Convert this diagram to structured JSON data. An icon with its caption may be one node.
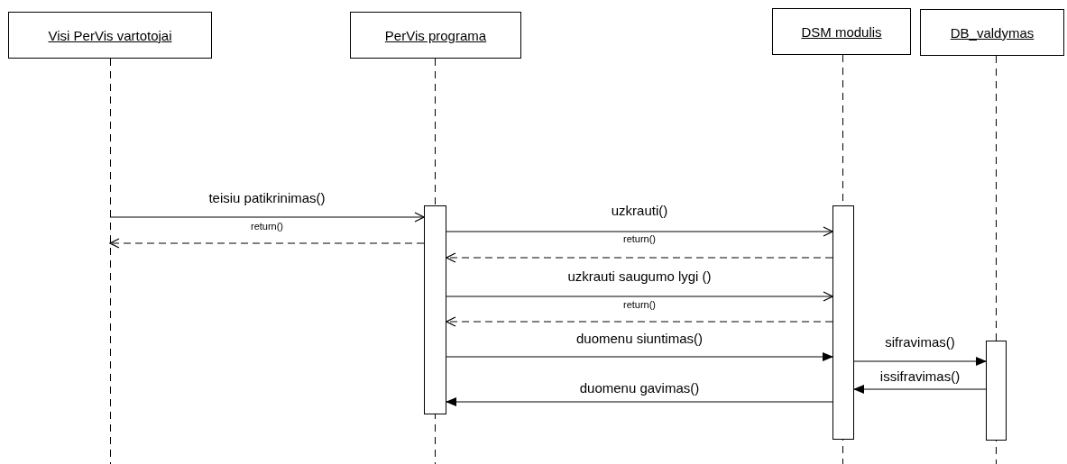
{
  "diagram": {
    "nodes": [
      {
        "text": [
          "Visi PerVis vartotojai"
        ]
      },
      {
        "text": [
          "PerVis programa"
        ]
      },
      {
        "text": [
          "DSM modulis"
        ]
      },
      {
        "text": [
          "DB_valdymas"
        ]
      },
      {
        "text": [],
        "shape": "bar",
        "in": 1
      },
      {
        "text": [],
        "shape": "bar",
        "in": 2
      },
      {
        "text": [],
        "shape": "bar",
        "in": 3
      }
    ],
    "edges": [
      {
        "from": 0,
        "to": 4,
        "arrow": "to",
        "label": "teisiu patikrinimas()"
      },
      {
        "from": 4,
        "to": 0,
        "arrow": "to",
        "label": "return()",
        "style": "dashed"
      },
      {
        "from": 4,
        "to": 5,
        "arrow": "to",
        "label": "uzkrauti()"
      },
      {
        "from": 5,
        "to": 4,
        "arrow": "to",
        "label": "return()",
        "style": "dashed"
      },
      {
        "from": 4,
        "to": 5,
        "arrow": "to",
        "label": "uzkrauti saugumo lygi ()"
      },
      {
        "from": 5,
        "to": 4,
        "arrow": "to",
        "label": "return()",
        "style": "dashed"
      },
      {
        "from": 4,
        "to": 5,
        "arrow": "to",
        "label": "duomenu siuntimas()"
      },
      {
        "from": 5,
        "to": 6,
        "arrow": "to",
        "label": "sifravimas()"
      },
      {
        "from": 6,
        "to": 5,
        "arrow": "to",
        "label": "issifravimas()"
      },
      {
        "from": 5,
        "to": 4,
        "arrow": "to",
        "label": "duomenu gavimas()"
      }
    ]
  }
}
